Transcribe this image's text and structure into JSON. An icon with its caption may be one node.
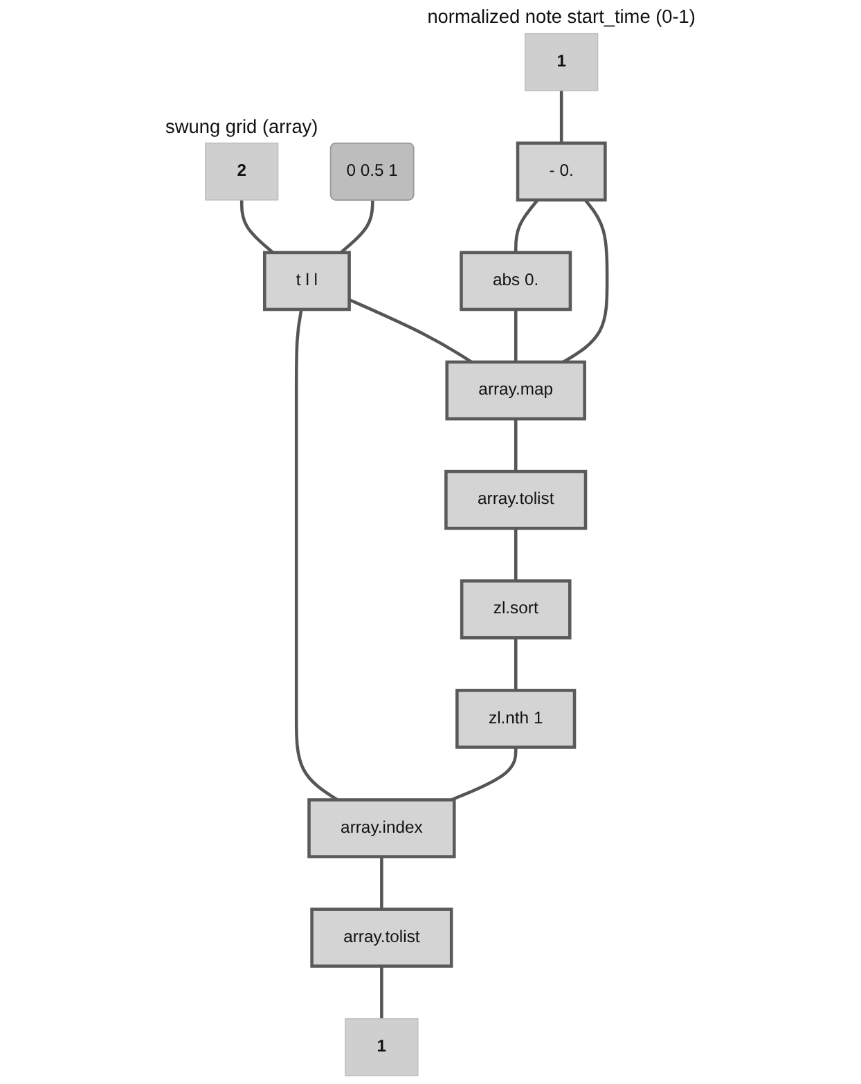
{
  "diagram": {
    "nodes": [
      {
        "text": [
          "1"
        ],
        "beside": [
          "normalized note start_time (0-1)"
        ]
      },
      {
        "text": [
          "2"
        ],
        "beside": [
          "swung grid (array)"
        ]
      },
      {
        "text": [
          "0 0.5 1"
        ]
      },
      {
        "text": [
          "t l l"
        ]
      },
      {
        "text": [
          "- 0."
        ]
      },
      {
        "text": [
          "abs 0."
        ]
      },
      {
        "text": [
          "array.map"
        ]
      },
      {
        "text": [
          "array.tolist"
        ]
      },
      {
        "text": [
          "zl.sort"
        ]
      },
      {
        "text": [
          "zl.nth 1"
        ]
      },
      {
        "text": [
          "array.index"
        ]
      },
      {
        "text": [
          "array.tolist"
        ]
      },
      {
        "text": [
          "1"
        ]
      }
    ],
    "edges": [
      {
        "from": 0,
        "to": 4,
        "arrow": "none"
      },
      {
        "from": 1,
        "to": 3,
        "arrow": "none"
      },
      {
        "from": 2,
        "to": 3,
        "arrow": "none"
      },
      {
        "from": 3,
        "to": 10,
        "arrow": "none"
      },
      {
        "from": 3,
        "to": 6,
        "arrow": "none"
      },
      {
        "from": 6,
        "to": 4,
        "arrow": "none"
      },
      {
        "from": 4,
        "to": 5,
        "arrow": "none"
      },
      {
        "from": 5,
        "to": 6,
        "arrow": "none"
      },
      {
        "from": 6,
        "to": 7,
        "arrow": "none"
      },
      {
        "from": 7,
        "to": 8,
        "arrow": "none"
      },
      {
        "from": 8,
        "to": 9,
        "arrow": "none"
      },
      {
        "from": 9,
        "to": 10,
        "arrow": "none"
      },
      {
        "from": 10,
        "to": 11,
        "arrow": "none"
      },
      {
        "from": 11,
        "to": 12,
        "arrow": "none"
      }
    ]
  }
}
